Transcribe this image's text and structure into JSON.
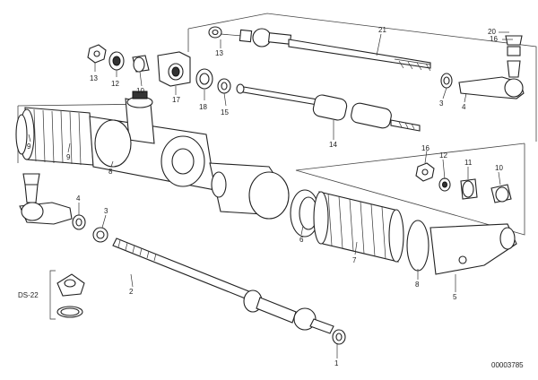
{
  "diagram_id": "00003785",
  "labels": {
    "l20": "20",
    "l16top": "16",
    "l21": "21",
    "l13a": "13",
    "l13b": "13",
    "l12a": "12",
    "l10a": "10",
    "l17": "17",
    "l18a": "18",
    "l15": "15",
    "l3a": "3",
    "l4a": "4",
    "l14": "14",
    "l9a": "9",
    "l9b": "9",
    "l8a": "8",
    "l16b": "16",
    "l12b": "12",
    "l11": "11",
    "l10b": "10",
    "l4b": "4",
    "l3b": "3",
    "l6": "6",
    "l7": "7",
    "l8b": "8",
    "l5": "5",
    "l2": "2",
    "l1": "1",
    "lds": "DS-22"
  }
}
